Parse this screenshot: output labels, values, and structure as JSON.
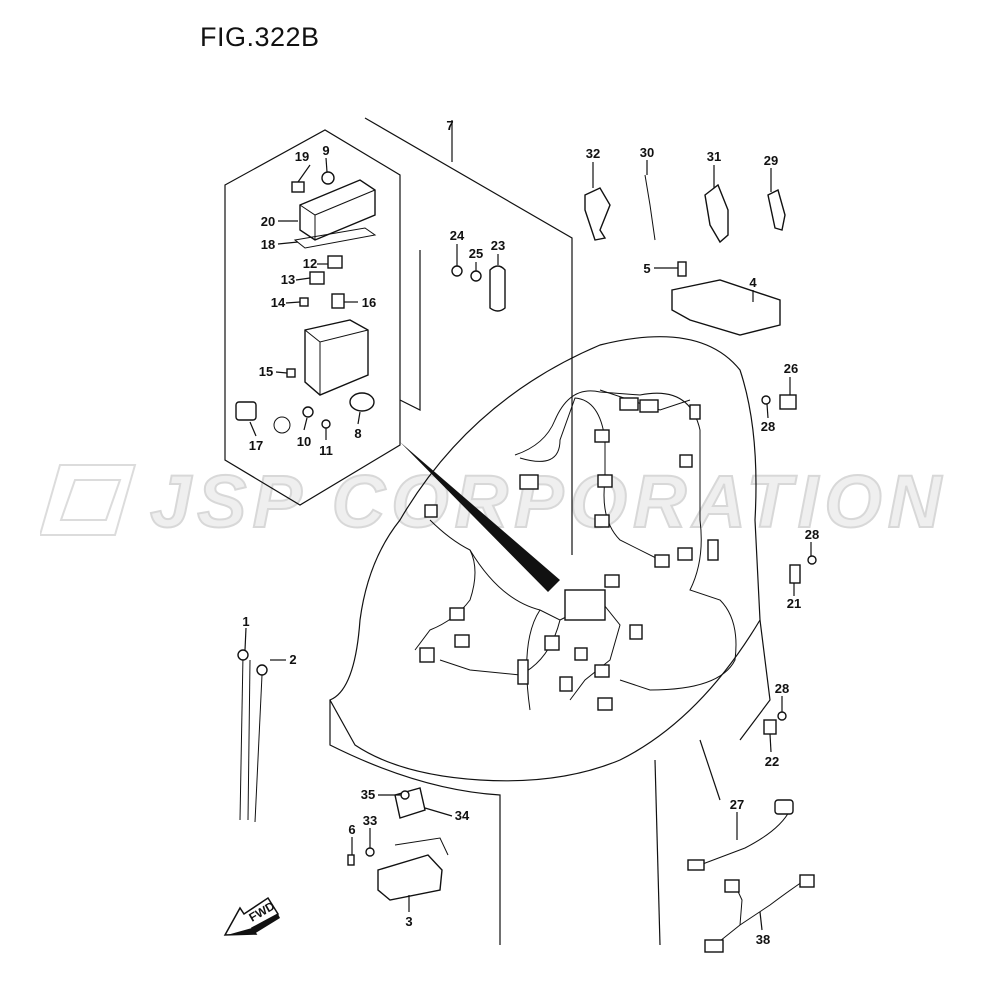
{
  "figure": {
    "title": "FIG.322B"
  },
  "watermark": {
    "text": "JSP CORPORATION"
  },
  "fwd_arrow": {
    "label": "FWD"
  },
  "parts": [
    {
      "id": "p1",
      "label": "1"
    },
    {
      "id": "p2",
      "label": "2"
    },
    {
      "id": "p3",
      "label": "3"
    },
    {
      "id": "p4",
      "label": "4"
    },
    {
      "id": "p5",
      "label": "5"
    },
    {
      "id": "p6",
      "label": "6"
    },
    {
      "id": "p7",
      "label": "7"
    },
    {
      "id": "p8",
      "label": "8"
    },
    {
      "id": "p9",
      "label": "9"
    },
    {
      "id": "p10",
      "label": "10"
    },
    {
      "id": "p11",
      "label": "11"
    },
    {
      "id": "p12",
      "label": "12"
    },
    {
      "id": "p13",
      "label": "13"
    },
    {
      "id": "p14",
      "label": "14"
    },
    {
      "id": "p15",
      "label": "15"
    },
    {
      "id": "p16",
      "label": "16"
    },
    {
      "id": "p17",
      "label": "17"
    },
    {
      "id": "p18",
      "label": "18"
    },
    {
      "id": "p19",
      "label": "19"
    },
    {
      "id": "p20",
      "label": "20"
    },
    {
      "id": "p21",
      "label": "21"
    },
    {
      "id": "p22",
      "label": "22"
    },
    {
      "id": "p23",
      "label": "23"
    },
    {
      "id": "p24",
      "label": "24"
    },
    {
      "id": "p25",
      "label": "25"
    },
    {
      "id": "p26",
      "label": "26"
    },
    {
      "id": "p27",
      "label": "27"
    },
    {
      "id": "p28a",
      "label": "28"
    },
    {
      "id": "p28b",
      "label": "28"
    },
    {
      "id": "p28c",
      "label": "28"
    },
    {
      "id": "p29",
      "label": "29"
    },
    {
      "id": "p30",
      "label": "30"
    },
    {
      "id": "p31",
      "label": "31"
    },
    {
      "id": "p32",
      "label": "32"
    },
    {
      "id": "p33",
      "label": "33"
    },
    {
      "id": "p34",
      "label": "34"
    },
    {
      "id": "p35",
      "label": "35"
    },
    {
      "id": "p38",
      "label": "38"
    }
  ]
}
